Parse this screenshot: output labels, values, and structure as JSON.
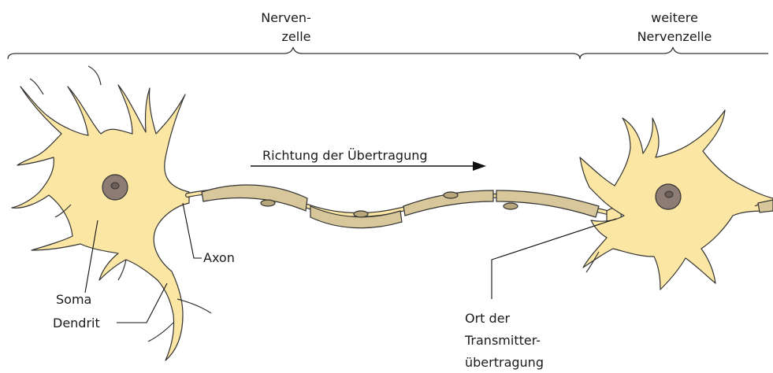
{
  "headers": {
    "neuron1": [
      "Nerven-",
      "zelle"
    ],
    "neuron2": [
      "weitere",
      "Nervenzelle"
    ]
  },
  "labels": {
    "direction": "Richtung der Übertragung",
    "axon": "Axon",
    "soma": "Soma",
    "dendrit": "Dendrit",
    "synapse": [
      "Ort der",
      "Transmitter-",
      "übertragung"
    ]
  },
  "colors": {
    "cell_fill": "#fbe6a4",
    "outline": "#333333",
    "myelin_fill": "#d8c79a",
    "myelin_dark": "#b8a77a",
    "nucleus_fill": "#8c7c74",
    "nucleolus_fill": "#6d5f58"
  }
}
